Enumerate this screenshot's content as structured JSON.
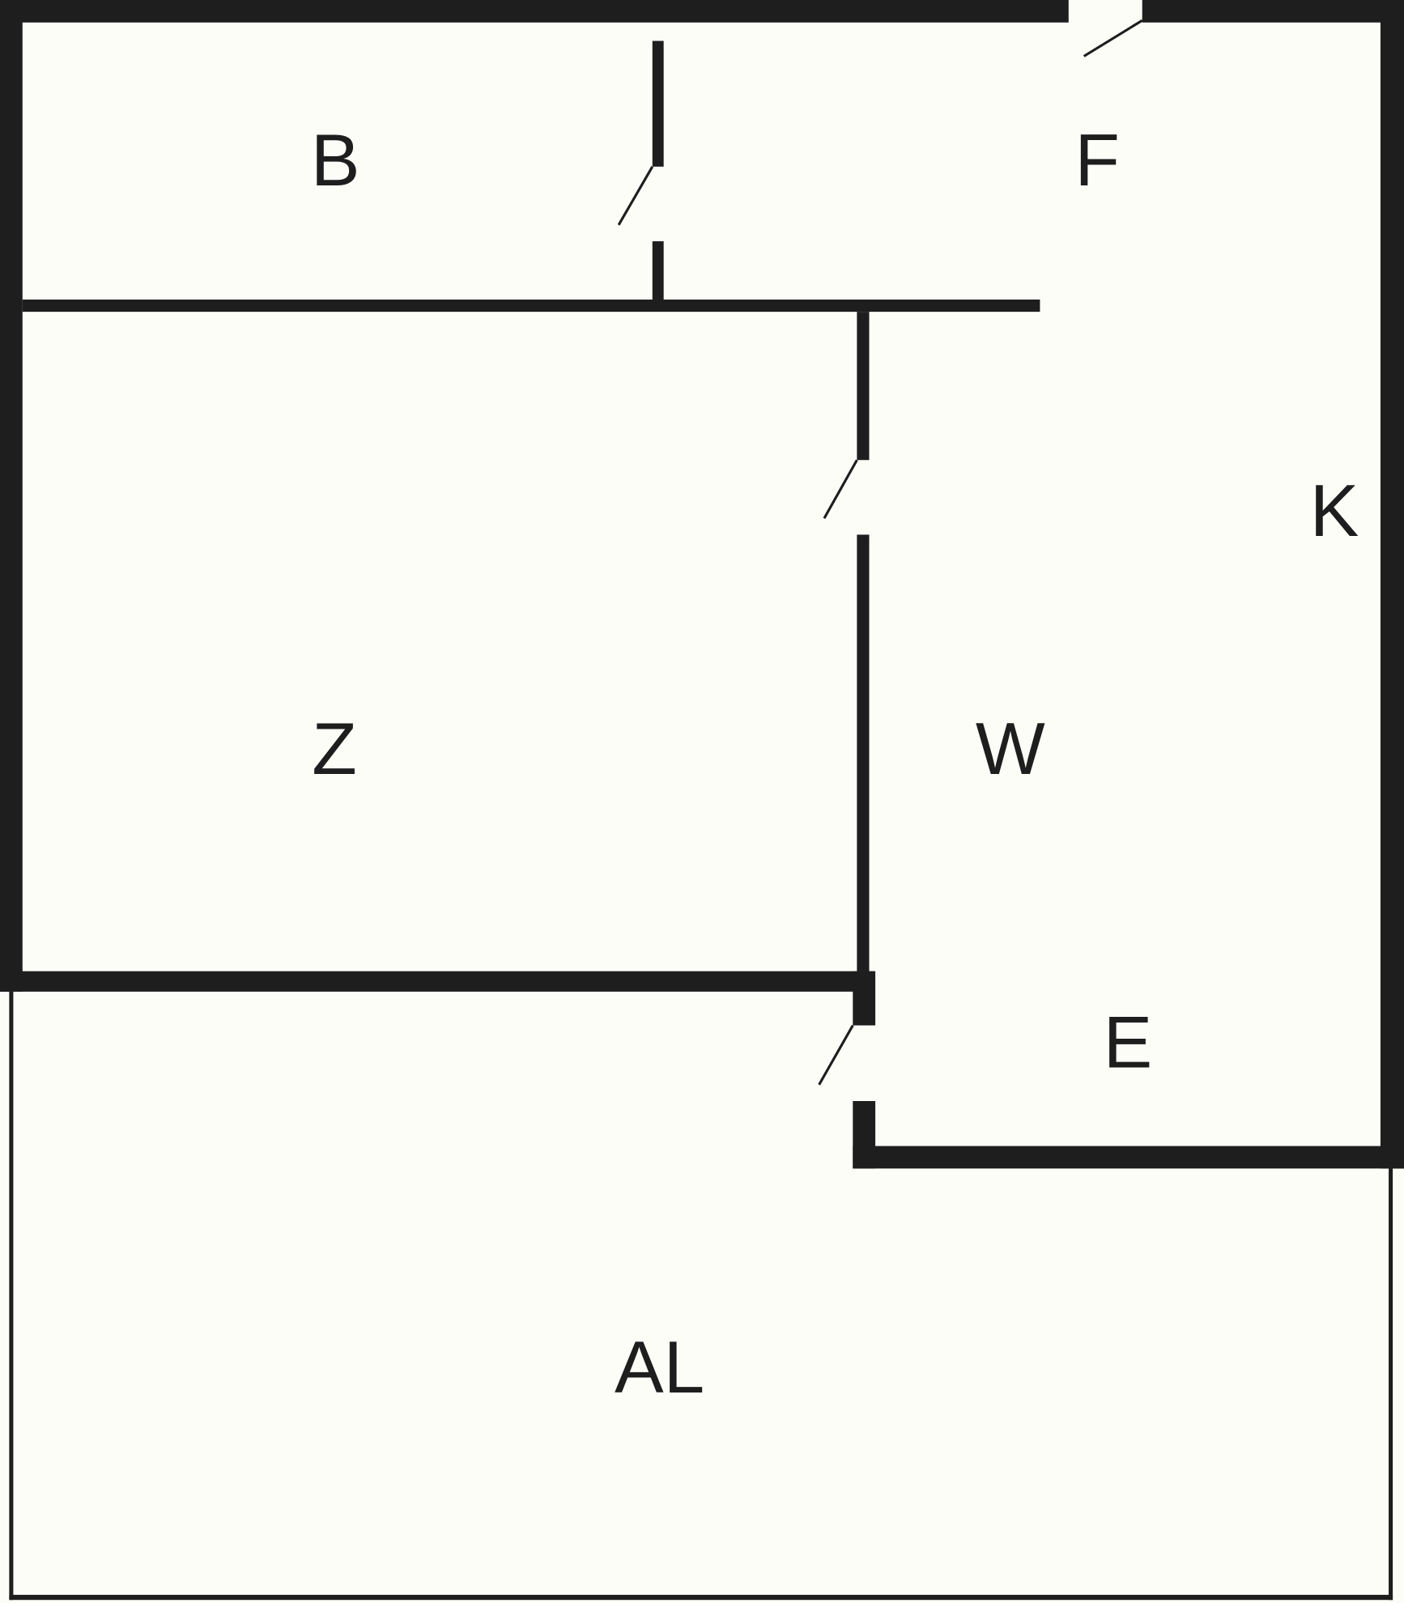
{
  "rooms": {
    "B": "B",
    "F": "F",
    "K": "K",
    "Z": "Z",
    "W": "W",
    "E": "E",
    "AL": "AL"
  },
  "colors": {
    "wall": "#1e1e1e",
    "background": "#fdfdf8"
  }
}
